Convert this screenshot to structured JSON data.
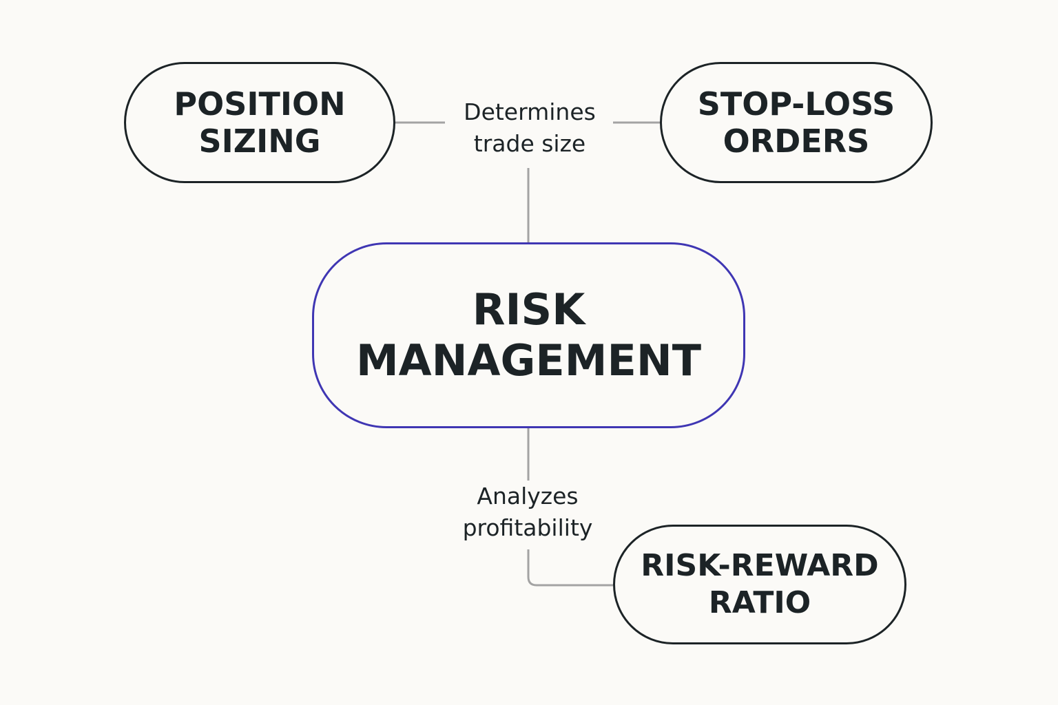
{
  "diagram": {
    "nodes": {
      "position_sizing": {
        "lines": [
          "POSITION",
          "SIZING"
        ]
      },
      "stop_loss_orders": {
        "lines": [
          "STOP-LOSS",
          "ORDERS"
        ]
      },
      "risk_management": {
        "lines": [
          "RISK",
          "MANAGEMENT"
        ]
      },
      "risk_reward_ratio": {
        "lines": [
          "RISK-REWARD",
          "RATIO"
        ]
      }
    },
    "edges": {
      "determines": {
        "lines": [
          "Determines",
          "trade size"
        ]
      },
      "analyzes": {
        "lines": [
          "Analyzes",
          "profitability"
        ]
      }
    },
    "colors": {
      "background": "#fbfaf7",
      "node_border": "#1c2326",
      "central_node_border": "#3f36b3",
      "connector": "#a3a3a3",
      "text": "#1c2326"
    }
  }
}
